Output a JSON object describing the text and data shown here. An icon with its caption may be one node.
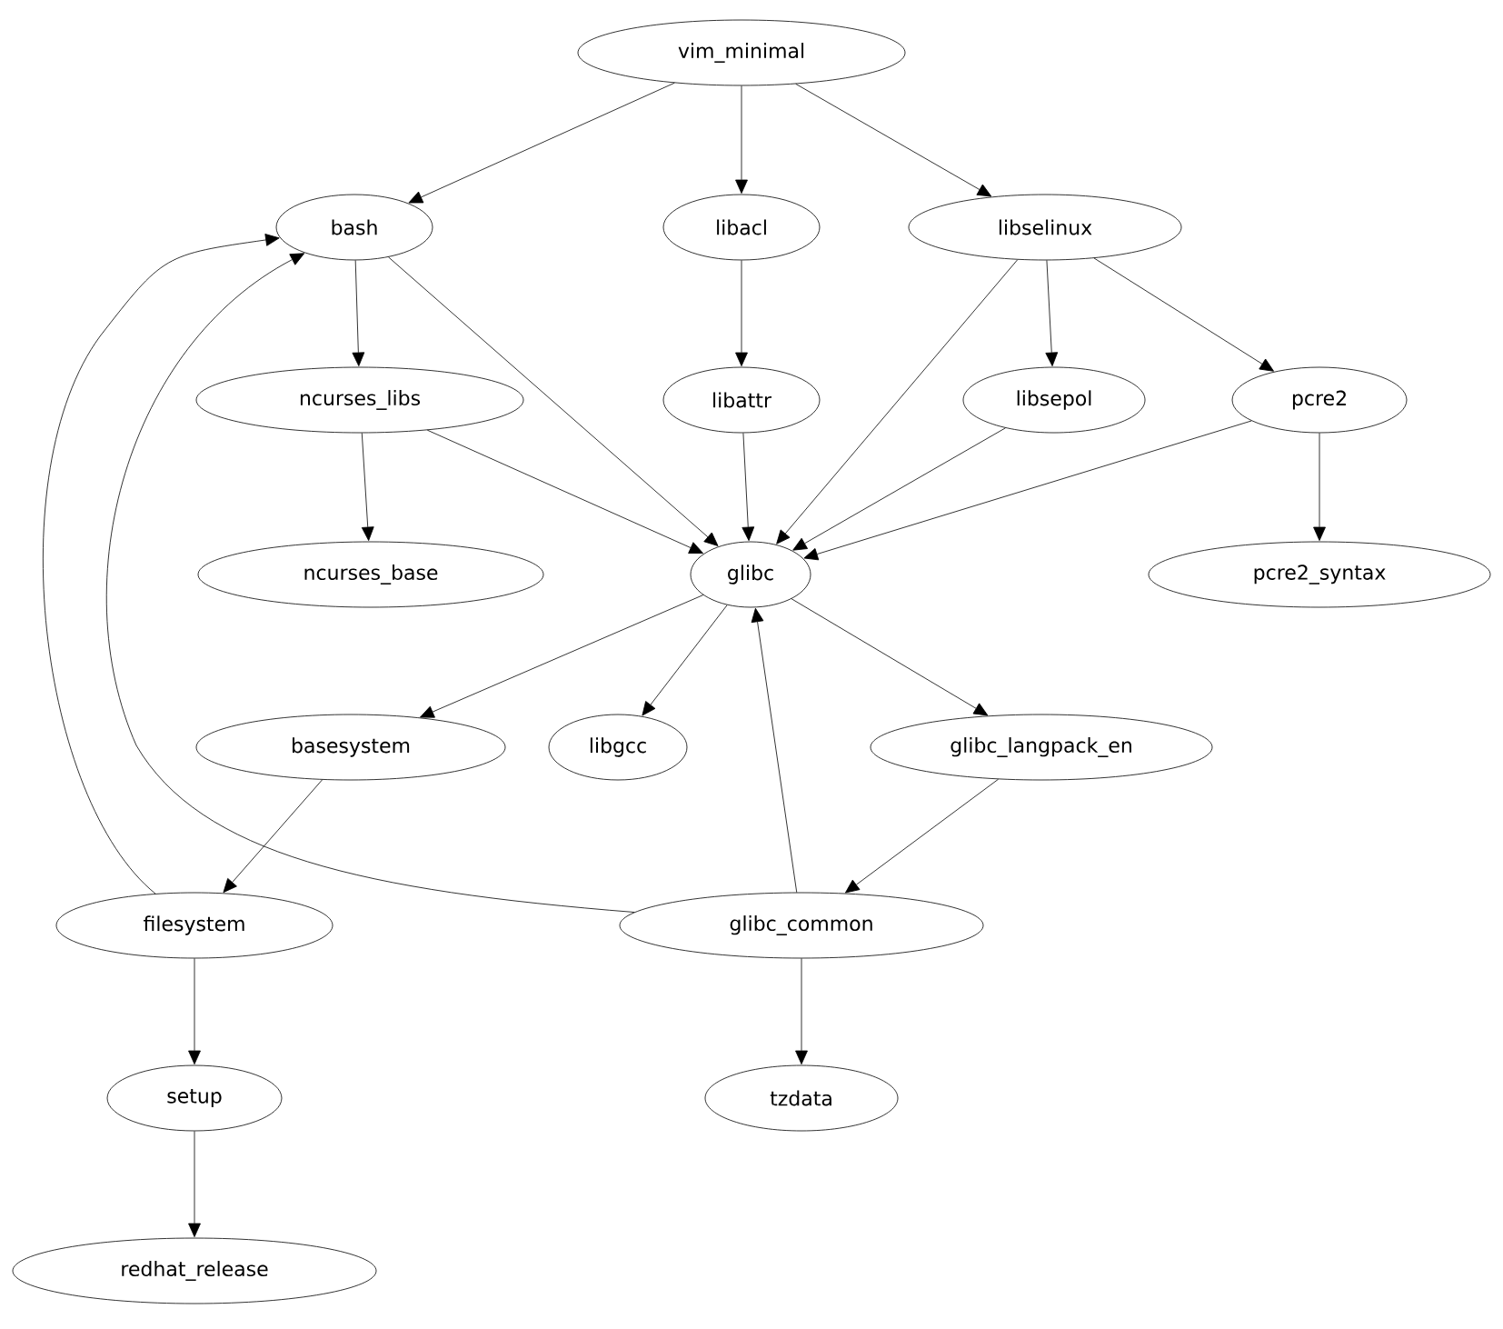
{
  "diagram": {
    "nodes": [
      {
        "text": [
          "vim_minimal"
        ]
      },
      {
        "text": [
          "bash"
        ]
      },
      {
        "text": [
          "libacl"
        ]
      },
      {
        "text": [
          "libselinux"
        ]
      },
      {
        "text": [
          "ncurses_libs"
        ]
      },
      {
        "text": [
          "libattr"
        ]
      },
      {
        "text": [
          "libsepol"
        ]
      },
      {
        "text": [
          "pcre2"
        ]
      },
      {
        "text": [
          "ncurses_base"
        ]
      },
      {
        "text": [
          "glibc"
        ]
      },
      {
        "text": [
          "pcre2_syntax"
        ]
      },
      {
        "text": [
          "basesystem"
        ]
      },
      {
        "text": [
          "libgcc"
        ]
      },
      {
        "text": [
          "glibc_langpack_en"
        ]
      },
      {
        "text": [
          "filesystem"
        ]
      },
      {
        "text": [
          "glibc_common"
        ]
      },
      {
        "text": [
          "setup"
        ]
      },
      {
        "text": [
          "tzdata"
        ]
      },
      {
        "text": [
          "redhat_release"
        ]
      }
    ],
    "edges": [
      {
        "from": 0,
        "to": 1,
        "arrow": "to"
      },
      {
        "from": 0,
        "to": 2,
        "arrow": "to"
      },
      {
        "from": 0,
        "to": 3,
        "arrow": "to"
      },
      {
        "from": 1,
        "to": 4,
        "arrow": "to"
      },
      {
        "from": 1,
        "to": 9,
        "arrow": "to"
      },
      {
        "from": 2,
        "to": 5,
        "arrow": "to"
      },
      {
        "from": 3,
        "to": 9,
        "arrow": "to"
      },
      {
        "from": 3,
        "to": 6,
        "arrow": "to"
      },
      {
        "from": 3,
        "to": 7,
        "arrow": "to"
      },
      {
        "from": 4,
        "to": 8,
        "arrow": "to"
      },
      {
        "from": 4,
        "to": 9,
        "arrow": "to"
      },
      {
        "from": 5,
        "to": 9,
        "arrow": "to"
      },
      {
        "from": 6,
        "to": 9,
        "arrow": "to"
      },
      {
        "from": 7,
        "to": 9,
        "arrow": "to"
      },
      {
        "from": 7,
        "to": 10,
        "arrow": "to"
      },
      {
        "from": 9,
        "to": 11,
        "arrow": "to"
      },
      {
        "from": 9,
        "to": 12,
        "arrow": "to"
      },
      {
        "from": 9,
        "to": 13,
        "arrow": "to"
      },
      {
        "from": 11,
        "to": 14,
        "arrow": "to"
      },
      {
        "from": 13,
        "to": 15,
        "arrow": "to"
      },
      {
        "from": 14,
        "to": 1,
        "arrow": "to"
      },
      {
        "from": 14,
        "to": 16,
        "arrow": "to"
      },
      {
        "from": 15,
        "to": 1,
        "arrow": "to"
      },
      {
        "from": 15,
        "to": 9,
        "arrow": "to"
      },
      {
        "from": 15,
        "to": 17,
        "arrow": "to"
      },
      {
        "from": 16,
        "to": 18,
        "arrow": "to"
      }
    ]
  }
}
